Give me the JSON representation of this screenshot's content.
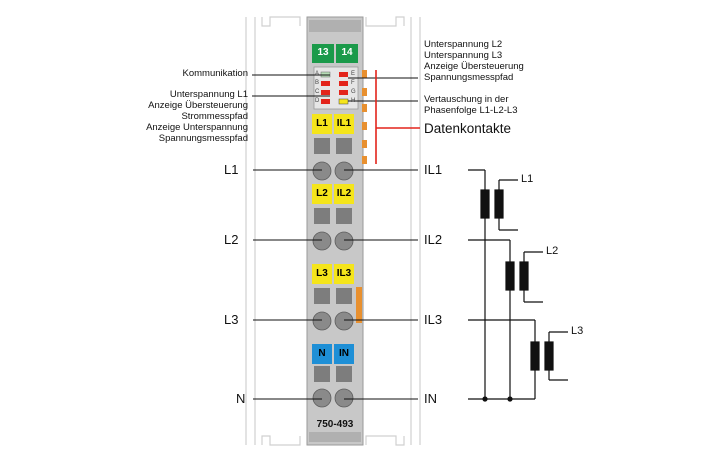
{
  "module": {
    "part_number": "750-493",
    "terminals_top": [
      "13",
      "14"
    ],
    "terminal_pairs": [
      {
        "left": "L1",
        "right": "IL1",
        "color": "#f5e51b"
      },
      {
        "left": "L2",
        "right": "IL2",
        "color": "#f5e51b"
      },
      {
        "left": "L3",
        "right": "IL3",
        "color": "#f5e51b"
      },
      {
        "left": "N",
        "right": "IN",
        "color": "#1e8fd6"
      }
    ],
    "led_letters_left": [
      "A",
      "B",
      "C",
      "D"
    ],
    "led_letters_right": [
      "E",
      "F",
      "G",
      "H"
    ],
    "top_terminal_color": "#1b9a4a"
  },
  "labels_left": {
    "kommunikation": "Kommunikation",
    "block": [
      "Unterspannung L1",
      "Anzeige Übersteuerung",
      "Strommesspfad",
      "Anzeige Unterspannung",
      "Spannungsmesspfad"
    ]
  },
  "labels_right": {
    "top_block": [
      "Unterspannung L2",
      "Unterspannung L3",
      "Anzeige Übersteuerung",
      "Spannungsmesspfad"
    ],
    "vertauschung": [
      "Vertauschung in der",
      "Phasenfolge L1-L2-L3"
    ],
    "datenkontakte": "Datenkontakte"
  },
  "connections": {
    "left": [
      "L1",
      "L2",
      "L3",
      "N"
    ],
    "right": [
      "IL1",
      "IL2",
      "IL3",
      "IN"
    ]
  },
  "transformers": [
    "L1",
    "L2",
    "L3"
  ],
  "colors": {
    "accent_red": "#e3241b",
    "module_gray": "#c8c8c8",
    "rail_gray": "#d9d9d9",
    "led_red": "#e3241b",
    "led_yellow": "#f5e51b",
    "led_green": "#b5dcb5",
    "orange_contact": "#e8902f"
  }
}
